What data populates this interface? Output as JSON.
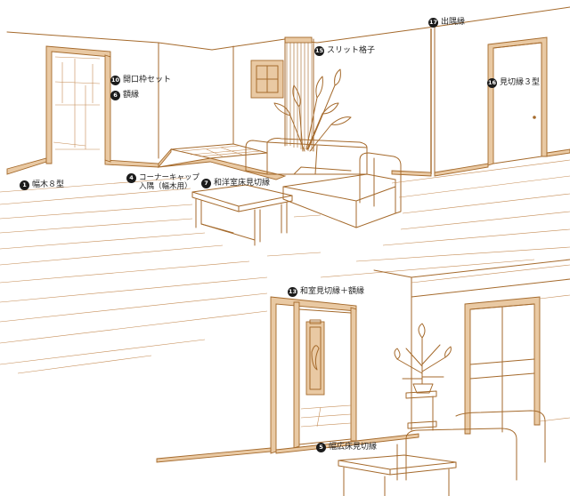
{
  "callouts": {
    "c1": {
      "num": "1",
      "text": "幅木８型"
    },
    "c4": {
      "num": "4",
      "line1": "コーナーキャップ",
      "line2": "入隅（幅木用）"
    },
    "c5": {
      "num": "5",
      "text": "幅広床見切縁"
    },
    "c6": {
      "num": "6",
      "text": "額縁"
    },
    "c7": {
      "num": "7",
      "text": "和洋室床見切縁"
    },
    "c10": {
      "num": "10",
      "text": "開口枠セット"
    },
    "c13": {
      "num": "13",
      "text": "和室見切縁＋額縁"
    },
    "c15": {
      "num": "15",
      "text": "スリット格子"
    },
    "c16": {
      "num": "16",
      "text": "見切縁３型"
    },
    "c17": {
      "num": "17",
      "text": "出隅縁"
    }
  },
  "colors": {
    "line": "#a56a2c",
    "trim_fill": "#e9c9a3",
    "badge": "#1b1b1b",
    "text": "#222222"
  }
}
